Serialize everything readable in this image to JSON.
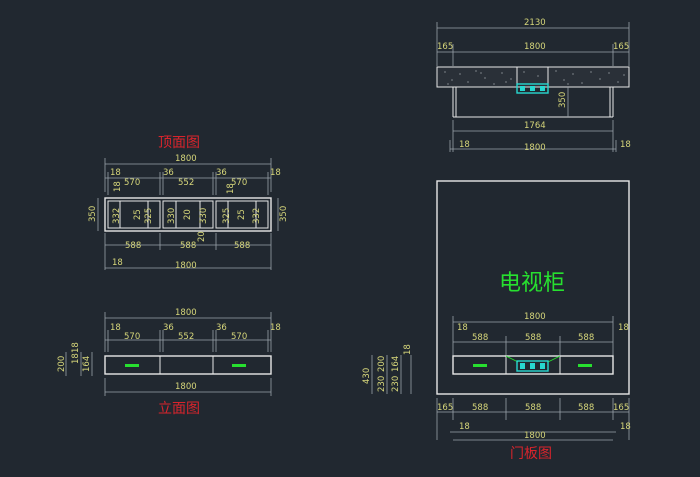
{
  "colors": {
    "background": "#212830",
    "dimension": "#d6d67a",
    "title": "#d8242c",
    "label": "#27e02f",
    "accent": "#28d8d0"
  },
  "top_view": {
    "title": "顶面图",
    "overall": "1800",
    "top_row": [
      "18",
      "570",
      "36",
      "552",
      "36",
      "570",
      "18"
    ],
    "inner_left": "18",
    "inner_right": "18",
    "left_height": "350",
    "right_height": "350",
    "verticals": [
      "332",
      "25",
      "325",
      "330",
      "20",
      "330",
      "325",
      "25",
      "332"
    ],
    "mid_20": "20",
    "bottom_row": [
      "588",
      "588",
      "588"
    ],
    "bottom_18": "18",
    "bottom_total": "1800"
  },
  "front_view": {
    "title": "立面图",
    "overall": "1800",
    "row": [
      "18",
      "570",
      "36",
      "552",
      "36",
      "570",
      "18"
    ],
    "left_dims": [
      "200",
      "18",
      "18",
      "164"
    ],
    "bottom_total": "1800"
  },
  "side_view": {
    "overall": "2130",
    "row": [
      "165",
      "1800",
      "165"
    ],
    "height": "350",
    "inner": "1764",
    "left18": "18",
    "right18": "18",
    "total": "1800"
  },
  "door_view": {
    "label": "电视柜",
    "title": "门板图",
    "overall": "1800",
    "top18_left": "18",
    "top18_right": "18",
    "row": [
      "588",
      "588",
      "588"
    ],
    "left_dims": [
      "430",
      "230",
      "200",
      "230",
      "164",
      "18"
    ],
    "bottom_row": [
      "165",
      "588",
      "588",
      "588",
      "165"
    ],
    "bottom18_left": "18",
    "bottom18_right": "18",
    "bottom_total": "1800"
  }
}
